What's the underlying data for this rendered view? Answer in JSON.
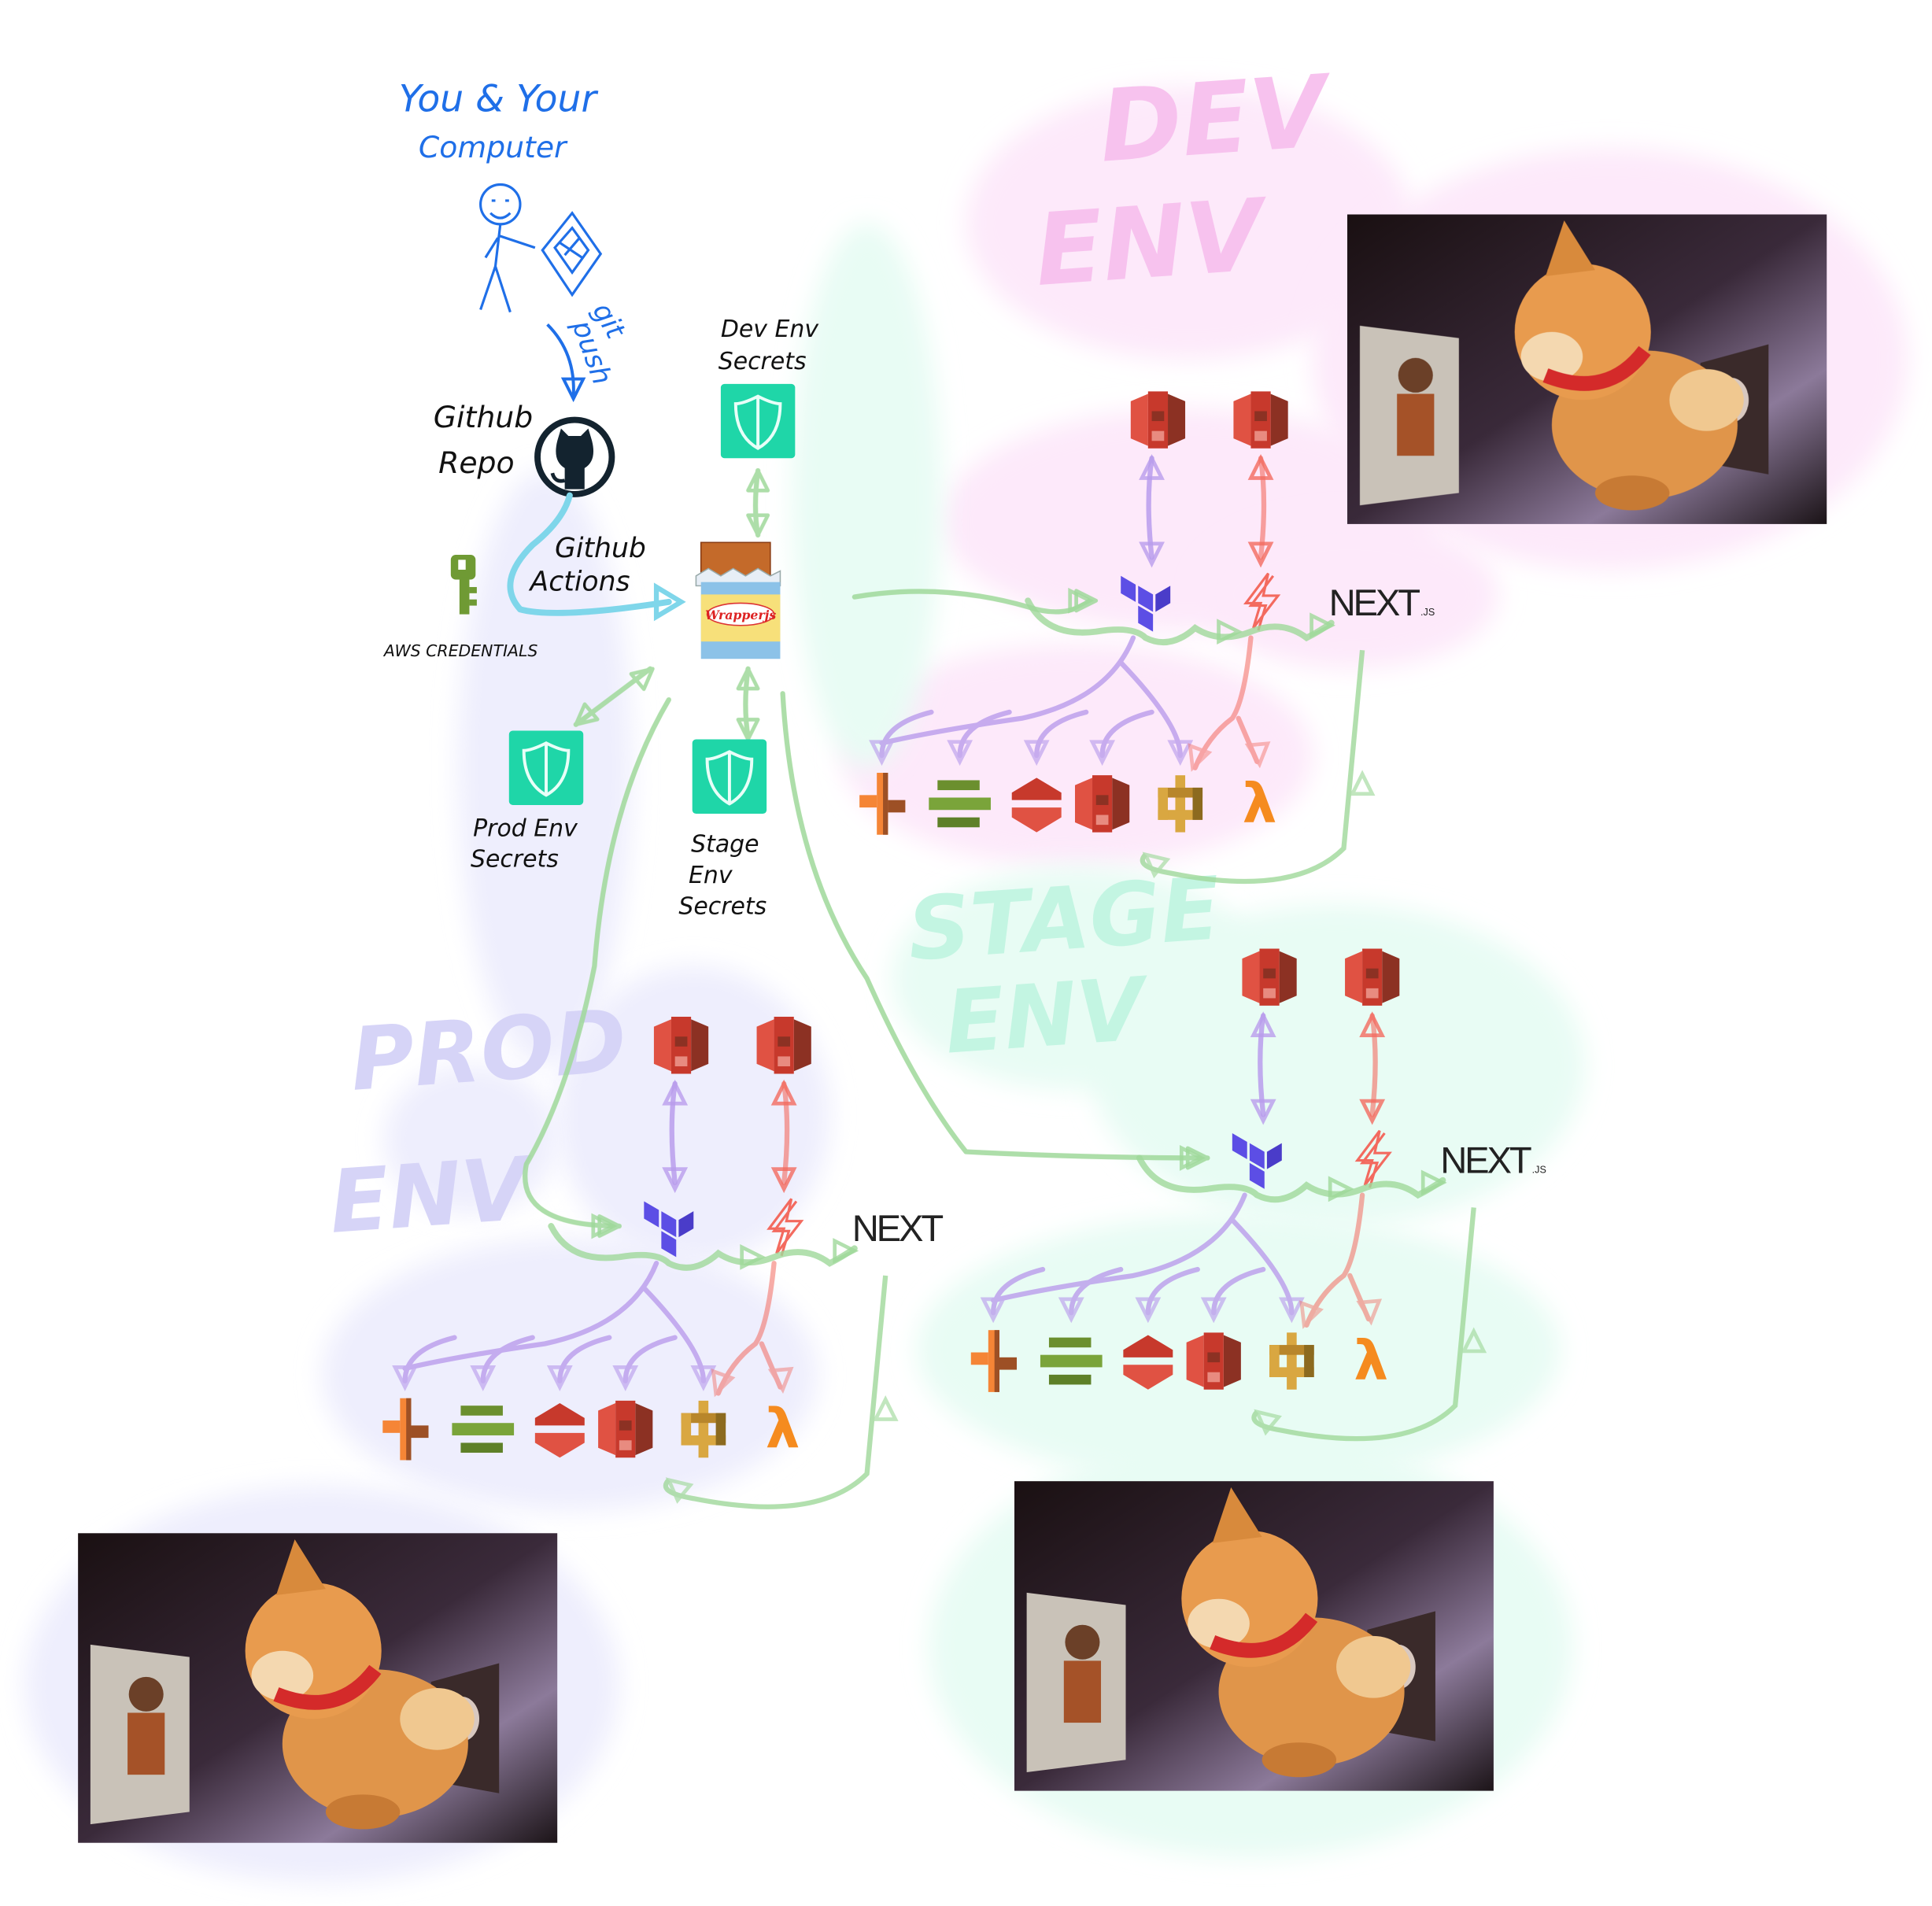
{
  "header": {
    "title_line1": "You & Your",
    "title_line2": "Computer",
    "git_push_1": "git",
    "git_push_2": "push"
  },
  "github": {
    "repo_1": "Github",
    "repo_2": "Repo",
    "actions_1": "Github",
    "actions_2": "Actions"
  },
  "aws_credentials": "AWS CREDENTIALS",
  "secrets": {
    "dev": [
      "Dev Env",
      "Secrets"
    ],
    "prod": [
      "Prod Env",
      "Secrets"
    ],
    "stage": [
      "Stage",
      "Env",
      "Secrets"
    ]
  },
  "wrapper_logo": "Wrapperjs",
  "envs": [
    {
      "key": "dev",
      "title": [
        "DEV",
        "ENV"
      ],
      "title_color": "#f7c2ee",
      "bg_color": "#fde9fa",
      "next_label": "NEXT",
      "next_suffix": ".JS"
    },
    {
      "key": "stage",
      "title": [
        "STAGE",
        "ENV"
      ],
      "title_color": "#c3f5e2",
      "bg_color": "#e8fcf4",
      "next_label": "NEXT",
      "next_suffix": ".JS"
    },
    {
      "key": "prod",
      "title": [
        "PROD",
        "ENV"
      ],
      "title_color": "#d6d4f7",
      "bg_color": "#eeeefd",
      "next_label": "NEXT",
      "next_suffix": ""
    }
  ],
  "colors": {
    "flow_green": "#9fd89a",
    "terraform_purple": "#5c4ee5",
    "tf_arrow": "#b99cec",
    "serverless_red": "#f36a5f",
    "secrets_teal": "#1fd6a8",
    "action_blue": "#7fd6ea"
  }
}
